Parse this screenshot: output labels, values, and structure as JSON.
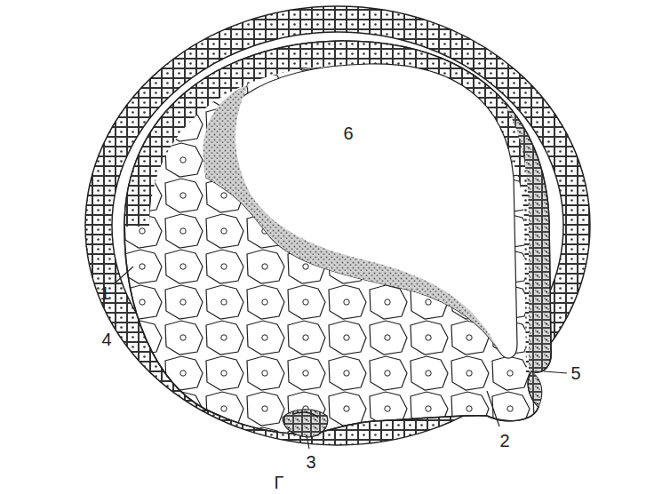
{
  "diagram": {
    "labels": [
      "1",
      "4",
      "6",
      "5",
      "2",
      "3",
      "Г"
    ]
  }
}
